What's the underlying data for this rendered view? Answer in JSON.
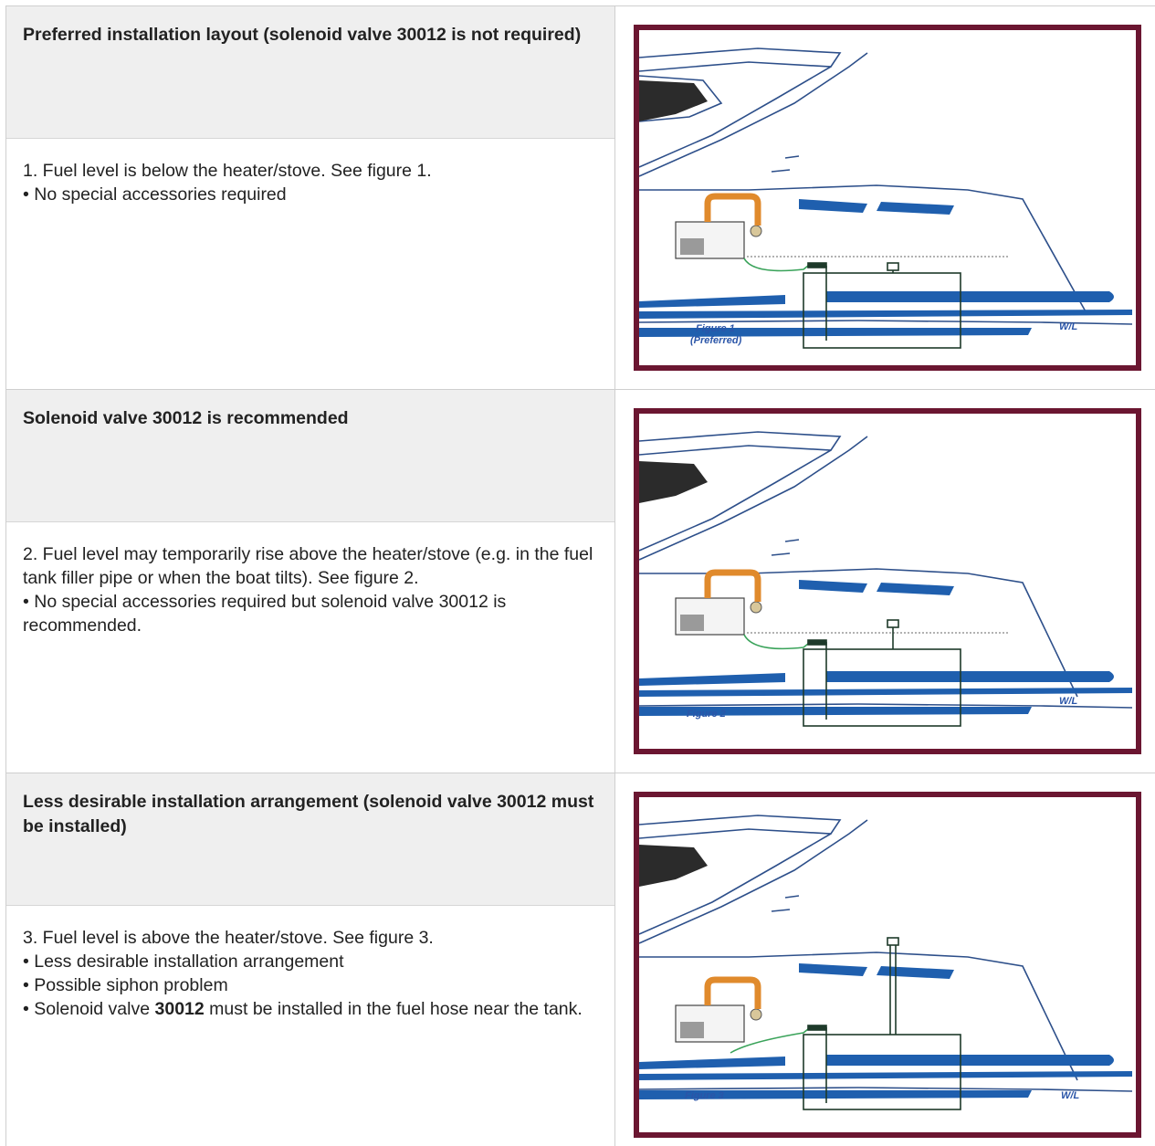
{
  "rows": [
    {
      "heading": "Preferred installation layout (solenoid valve 30012 is not required)",
      "lines": [
        "1. Fuel level is below the heater/stove. See figure 1.",
        "• No special accessories required"
      ],
      "figure": {
        "label": "Figure 1",
        "sublabel": "(Preferred)",
        "wl": "W/L",
        "tank_above": false
      }
    },
    {
      "heading": "Solenoid valve 30012 is recommended",
      "lines": [
        "2. Fuel level may temporarily rise above the heater/stove (e.g. in the fuel tank filler pipe or when the boat tilts). See figure 2.",
        "• No special accessories required but solenoid valve 30012 is recommended."
      ],
      "figure": {
        "label": "Figure 2",
        "sublabel": "",
        "wl": "W/L",
        "tank_above": false
      }
    },
    {
      "heading": "Less desirable installation arrangement (solenoid valve 30012 must be installed)",
      "lines": [
        "3. Fuel level is above the heater/stove. See figure 3.",
        "• Less desirable installation arrangement",
        "• Possible siphon problem"
      ],
      "line_bold": {
        "prefix": "• Solenoid valve ",
        "bold": "30012",
        "suffix": " must be installed in the fuel hose near the tank."
      },
      "figure": {
        "label": "Figure 3",
        "sublabel": "",
        "wl": "W/L",
        "tank_above": true
      }
    }
  ],
  "colors": {
    "frame": "#6b1631",
    "hull_blue": "#1f5fae",
    "outline": "#2d4f8a",
    "hose": "#e08a2c",
    "fuel_line": "#3aa35a",
    "tank": "#1e3a2a"
  }
}
